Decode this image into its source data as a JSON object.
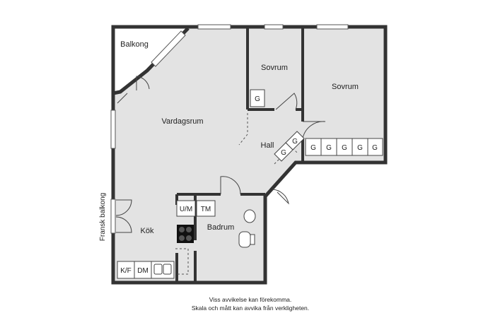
{
  "plan": {
    "rooms": {
      "balkong": "Balkong",
      "sovrum_small": "Sovrum",
      "sovrum_large": "Sovrum",
      "vardagsrum": "Vardagsrum",
      "hall": "Hall",
      "kok": "Kök",
      "badrum": "Badrum"
    },
    "fixtures": {
      "g": "G",
      "um": "U/M",
      "tm": "TM",
      "kf": "K/F",
      "dm": "DM"
    },
    "side_label": "Fransk balkong"
  },
  "disclaimer": {
    "line1": "Viss avvikelse kan förekomma.",
    "line2": "Skala och mått kan avvika från verkligheten."
  }
}
